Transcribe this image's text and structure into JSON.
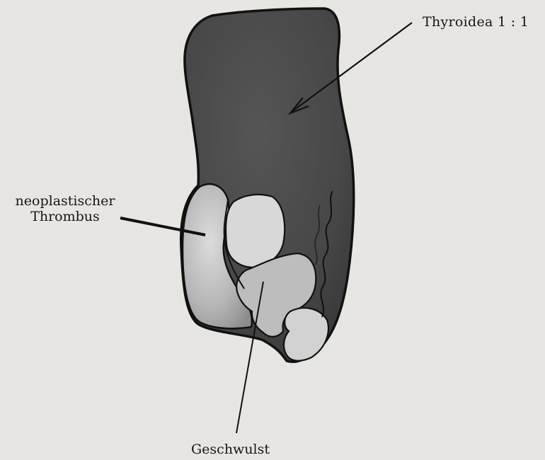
{
  "labels": {
    "thyroidea": "Thyroidea 1 : 1",
    "thrombus_line1": "neoplastischer",
    "thrombus_line2": "Thrombus",
    "geschwulst": "Geschwulst"
  },
  "colors": {
    "background": "#ebe9e6",
    "gland": "#4a4a4a",
    "outline": "#111111",
    "thrombus": "#b9b9b9",
    "tumor_light": "#d4d4d4"
  }
}
